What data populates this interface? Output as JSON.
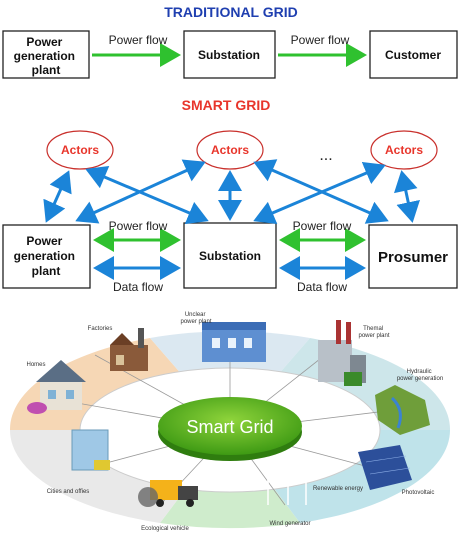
{
  "traditional": {
    "title": "TRADITIONAL GRID",
    "nodes": [
      "Power\ngeneration\nplant",
      "Substation",
      "Customer"
    ],
    "power_flow_label": "Power flow"
  },
  "smart": {
    "title": "SMART GRID",
    "actor_label": "Actors",
    "ellipsis": "...",
    "nodes": [
      "Power\ngeneration\nplant",
      "Substation",
      "Prosumer"
    ],
    "power_flow_label": "Power flow",
    "data_flow_label": "Data flow"
  },
  "illustration": {
    "center_label": "Smart Grid",
    "segments": [
      "Factories",
      "Unclear\npower plant",
      "Themal\npower plant",
      "Homes",
      "Hydraulic\npower generation",
      "Cities and offies",
      "Renewable energy",
      "Photovoltaic",
      "Ecological vehicle",
      "Wind generator"
    ]
  },
  "colors": {
    "trad_title": "#1f3fb0",
    "smart_title": "#e8352b",
    "power_flow": "#2fc12f",
    "data_flow": "#1b84d8"
  }
}
